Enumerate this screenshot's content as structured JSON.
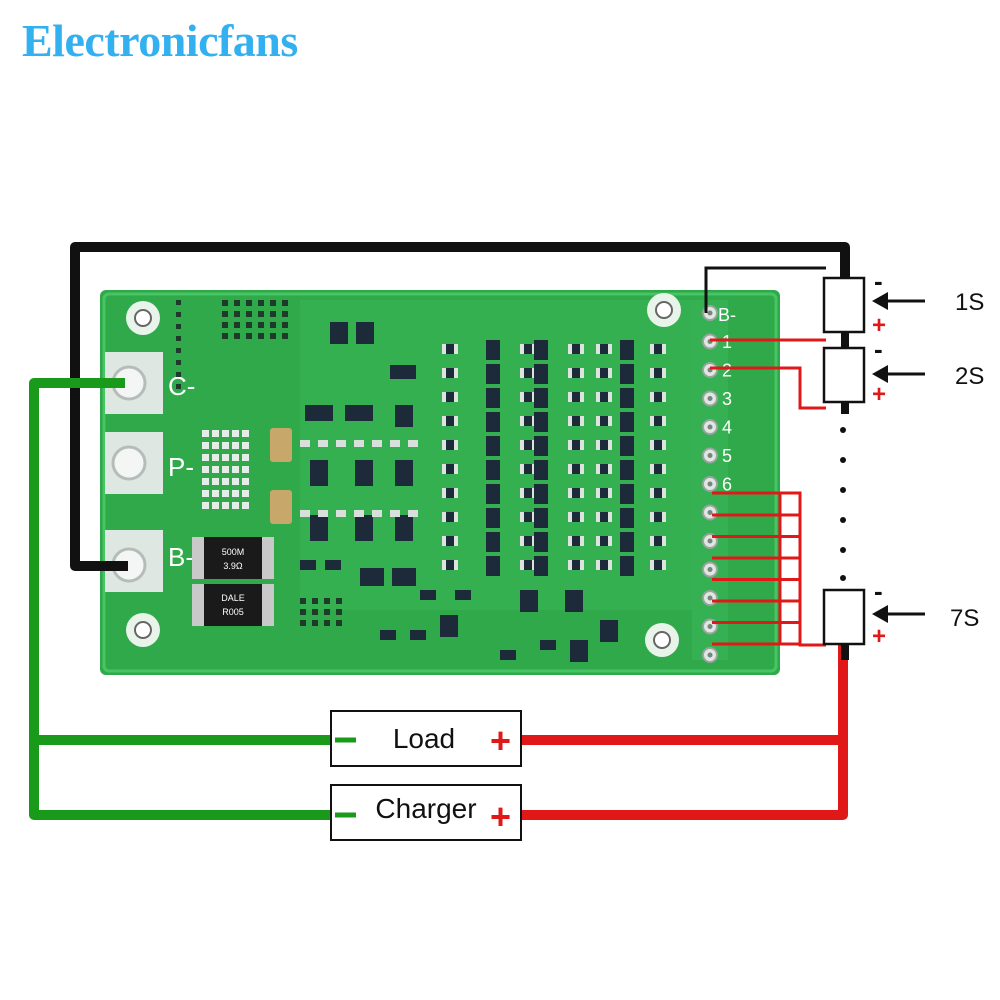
{
  "brand": {
    "logo_text": "Electronicfans",
    "color": "#33b0f0"
  },
  "board": {
    "pad_labels": {
      "c_minus": "C-",
      "p_minus": "P-",
      "b_minus": "B-"
    },
    "header_label": "B-",
    "pin_numbers": [
      "1",
      "2",
      "3",
      "4",
      "5",
      "6"
    ],
    "resistor_1": {
      "line1": "500M",
      "line2": "3.9Ω"
    },
    "resistor_2": {
      "line1": "DALE",
      "line2": "R005"
    }
  },
  "cells": [
    {
      "label": "1S",
      "neg": "-",
      "pos": "+"
    },
    {
      "label": "2S",
      "neg": "-",
      "pos": "+"
    },
    {
      "label": "7S",
      "neg": "-",
      "pos": "+"
    }
  ],
  "boxes": {
    "load": {
      "label": "Load",
      "plus": "+",
      "minus": "-"
    },
    "charger": {
      "label": "Charger",
      "plus": "+",
      "minus": "-"
    }
  },
  "colors": {
    "wire_black": "#111111",
    "wire_green": "#1a9a1a",
    "wire_red": "#e01818",
    "pcb_green": "#2fa94a",
    "pcb_light": "#3fbf5a",
    "component_dark": "#1c2a3a"
  }
}
